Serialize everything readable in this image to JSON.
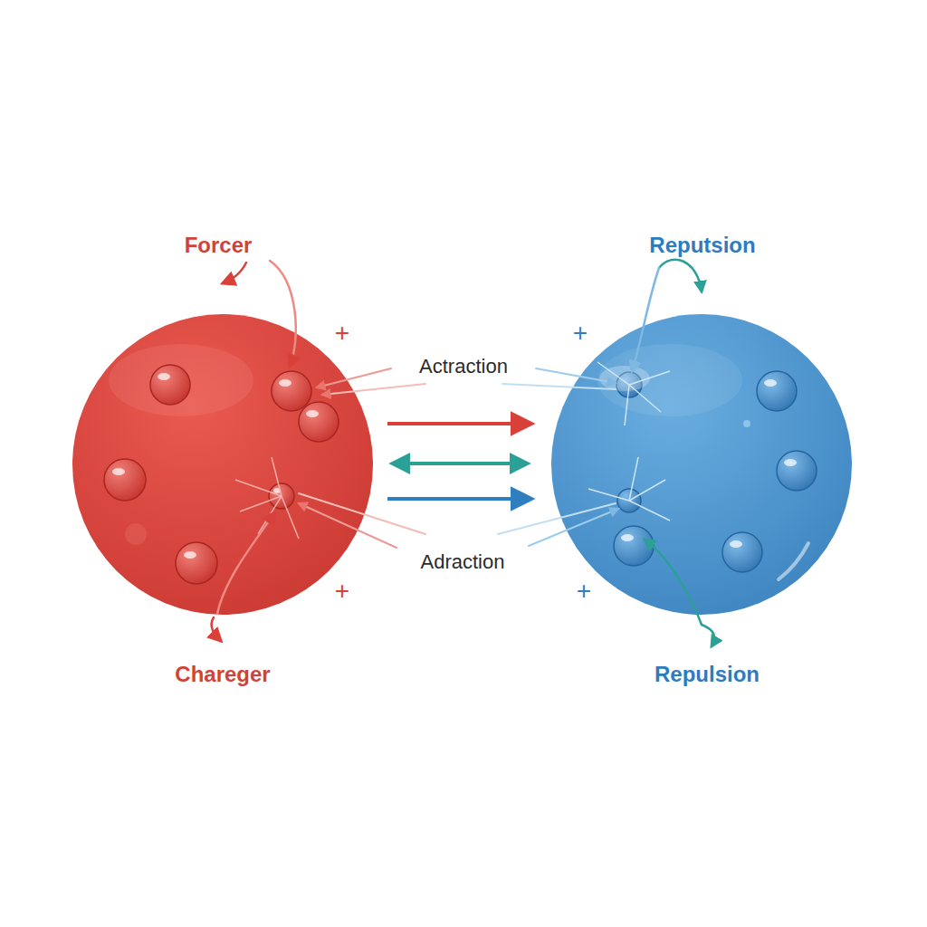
{
  "diagram": {
    "labels": [
      "Forcer",
      "Reputsion",
      "+",
      "+",
      "Actraction",
      "Adraction",
      "+",
      "+",
      "Chareger",
      "Repulsion"
    ]
  }
}
